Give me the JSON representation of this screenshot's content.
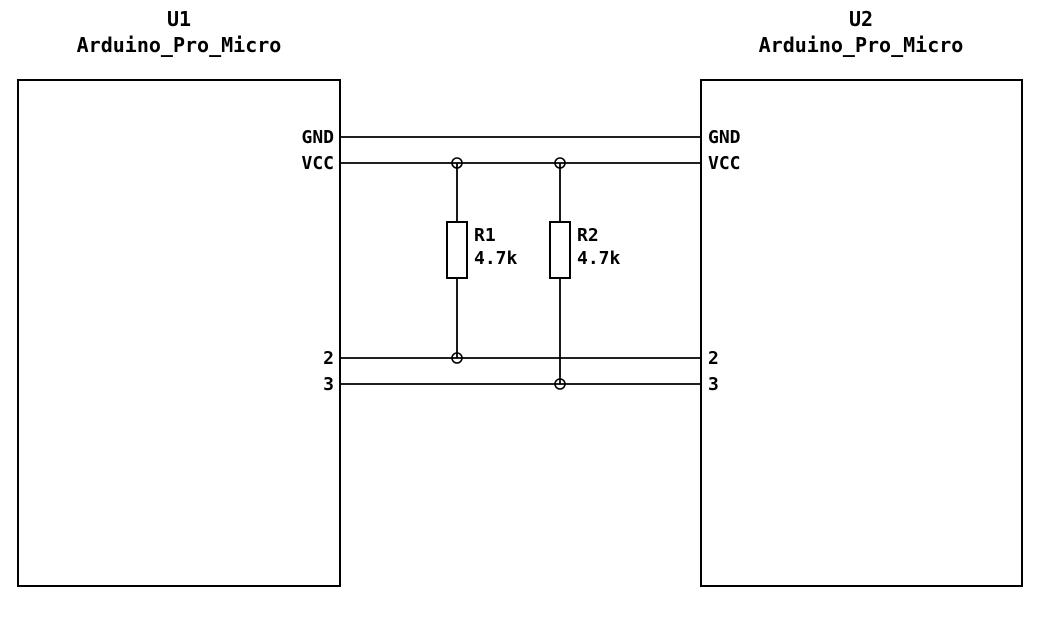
{
  "schematic": {
    "background_color": "#ffffff",
    "stroke_color": "#000000",
    "components": [
      {
        "ref": "U1",
        "value": "Arduino_Pro_Micro",
        "pins": [
          "GND",
          "VCC",
          "2",
          "3"
        ]
      },
      {
        "ref": "U2",
        "value": "Arduino_Pro_Micro",
        "pins": [
          "GND",
          "VCC",
          "2",
          "3"
        ]
      }
    ],
    "resistors": [
      {
        "ref": "R1",
        "value": "4.7k"
      },
      {
        "ref": "R2",
        "value": "4.7k"
      }
    ]
  }
}
